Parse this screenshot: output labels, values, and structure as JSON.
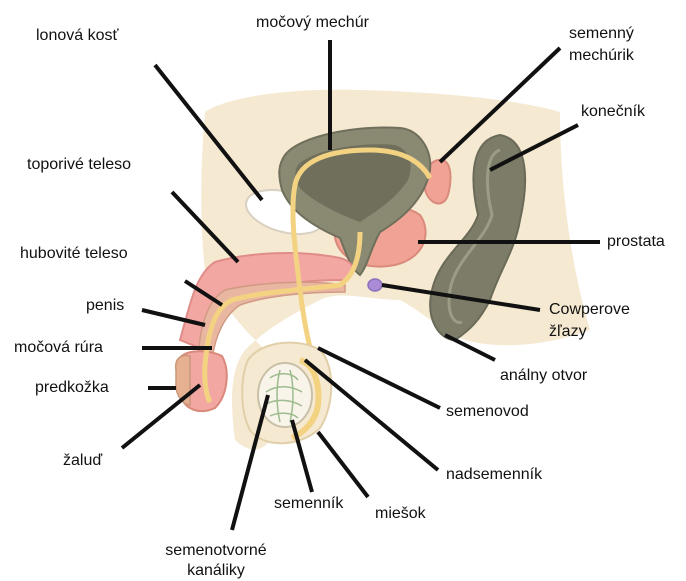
{
  "labels": {
    "lonova_kost": "lonová kosť",
    "mocovy_mechur": "močový mechúr",
    "semenny_mechurik_1": "semenný",
    "semenny_mechurik_2": "mechúrik",
    "konecnik": "konečník",
    "toporive_teleso": "toporivé teleso",
    "prostata": "prostata",
    "hubovite_teleso": "hubovité teleso",
    "penis": "penis",
    "cowperove_1": "Cowperove",
    "cowperove_2": "žľazy",
    "mocova_rura": "močová rúra",
    "analny_otvor": "análny otvor",
    "predkozka": "predkožka",
    "semenovod": "semenovod",
    "zalud": "žaluď",
    "nadsemennik": "nadsemenník",
    "semennik": "semenník",
    "miesok": "miešok",
    "semenotvorne_1": "semenotvorné",
    "semenotvorne_2": "kanáliky"
  },
  "colors": {
    "skin": "#f6e9d1",
    "bone": "#ffffff",
    "bladder_wall": "#8a8a73",
    "bladder_inner": "#6f6f5c",
    "urethra": "#f3d382",
    "prostate": "#f0a394",
    "erectile": "#f2a7a3",
    "rectum": "#7c7c68",
    "cowper": "#a98bd6",
    "line": "#111111"
  }
}
